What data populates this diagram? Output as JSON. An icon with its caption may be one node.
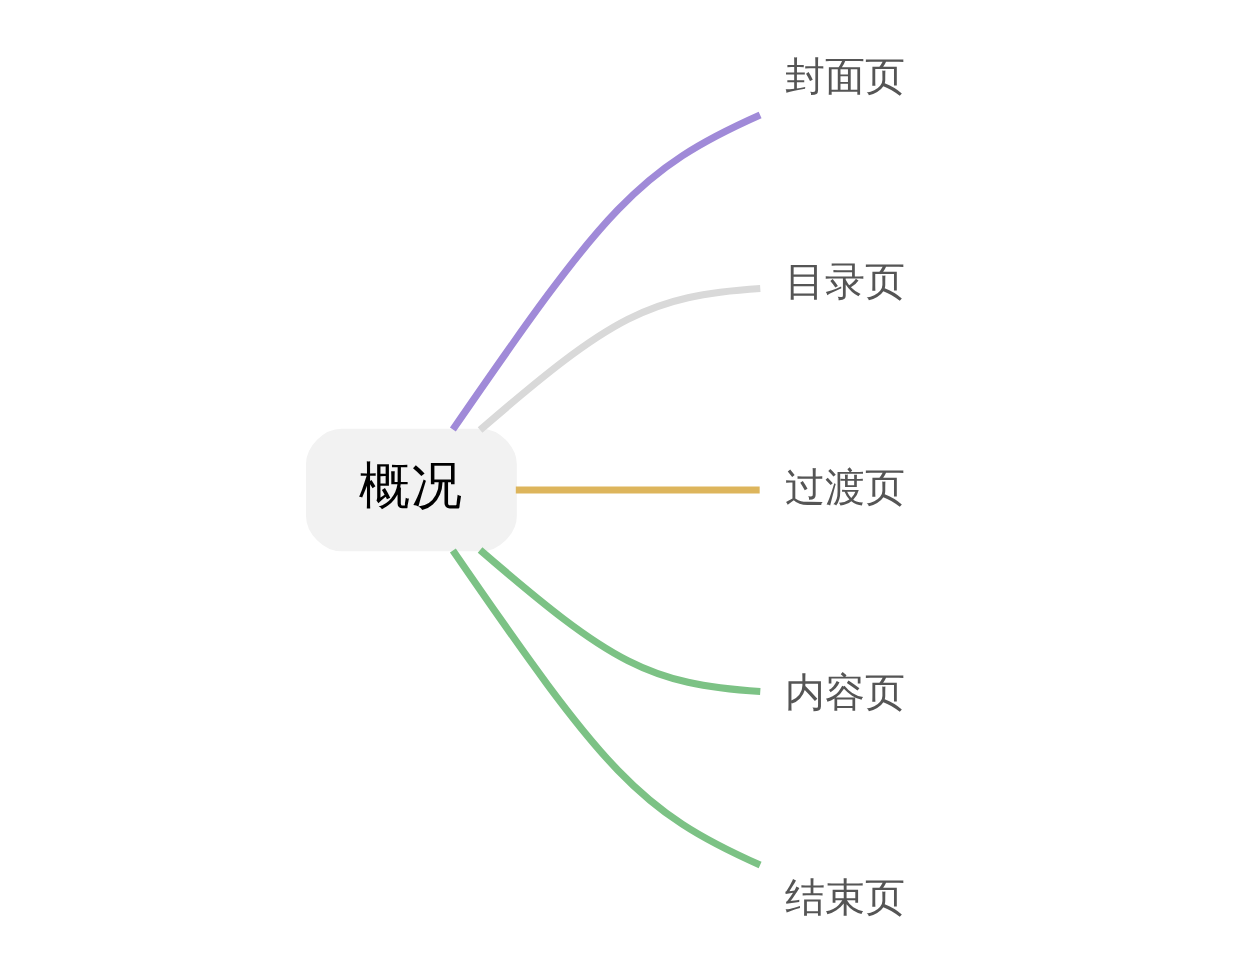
{
  "diagram": {
    "nodes": [
      {
        "text": [
          "概况"
        ]
      },
      {
        "text": [
          "封面页"
        ]
      },
      {
        "text": [
          "目录页"
        ]
      },
      {
        "text": [
          "过渡页"
        ]
      },
      {
        "text": [
          "内容页"
        ]
      },
      {
        "text": [
          "结束页"
        ]
      }
    ],
    "edges": [
      {
        "from": 0,
        "to": 1,
        "arrow": "none",
        "color": "#a08ad8"
      },
      {
        "from": 0,
        "to": 2,
        "arrow": "none",
        "color": "#d9d9d9"
      },
      {
        "from": 0,
        "to": 3,
        "arrow": "none",
        "color": "#ddb55c"
      },
      {
        "from": 0,
        "to": 4,
        "arrow": "none"
      },
      {
        "from": 0,
        "to": 5,
        "arrow": "none"
      }
    ]
  }
}
